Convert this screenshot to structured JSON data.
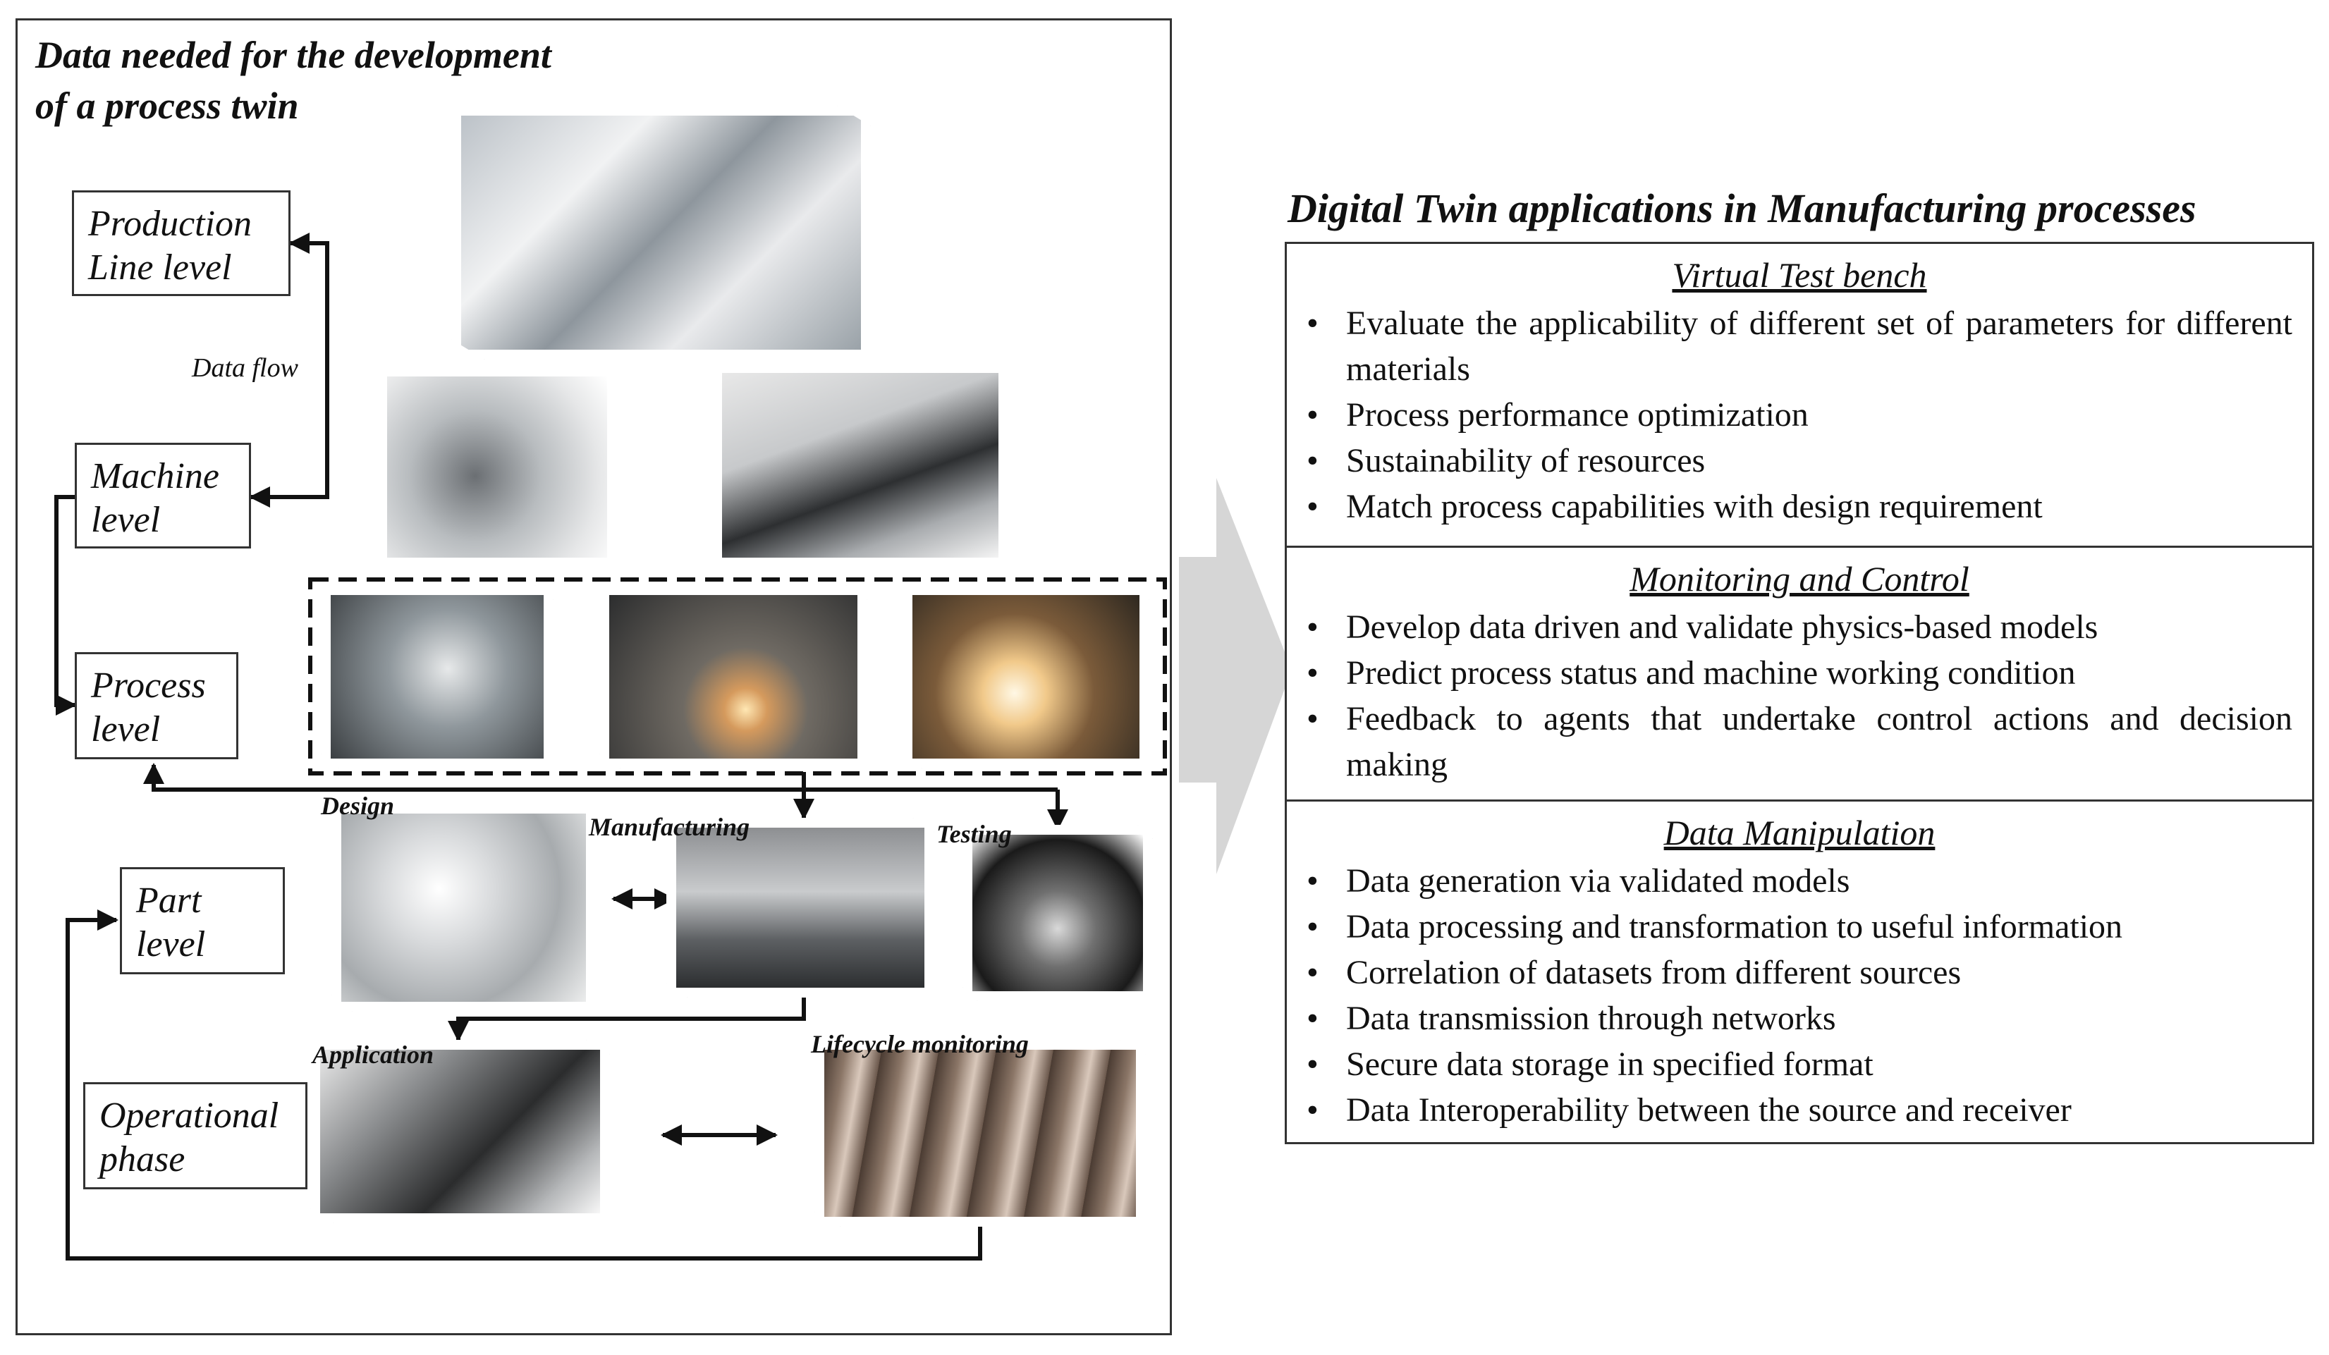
{
  "left": {
    "title_line1": "Data needed for the development",
    "title_line2": "of a process twin",
    "levels": {
      "production_line_1": "Production",
      "production_line_2": "Line level",
      "machine_1": "Machine",
      "machine_2": "level",
      "process_1": "Process",
      "process_2": "level",
      "part_1": "Part",
      "part_2": "level",
      "operational_1": "Operational",
      "operational_2": "phase"
    },
    "data_flow_label": "Data flow",
    "stages": {
      "design": "Design",
      "manufacturing": "Manufacturing",
      "testing": "Testing",
      "application": "Application",
      "lifecycle": "Lifecycle monitoring"
    }
  },
  "right": {
    "title": "Digital Twin applications in Manufacturing processes",
    "sections": [
      {
        "title": "Virtual Test bench",
        "items": [
          "Evaluate the applicability of different set of parameters for different materials",
          "Process performance optimization",
          "Sustainability of resources",
          "Match process capabilities with design requirement"
        ]
      },
      {
        "title": "Monitoring and Control",
        "items": [
          "Develop data driven and validate physics-based models",
          "Predict process status and machine working condition",
          "Feedback to agents that undertake control actions and decision making"
        ]
      },
      {
        "title": "Data Manipulation",
        "items": [
          "Data generation via validated models",
          "Data processing and transformation to useful information",
          "Correlation of datasets from different sources",
          "Data transmission through networks",
          "Secure data storage in specified format",
          "Data Interoperability between the source and receiver"
        ]
      }
    ]
  }
}
